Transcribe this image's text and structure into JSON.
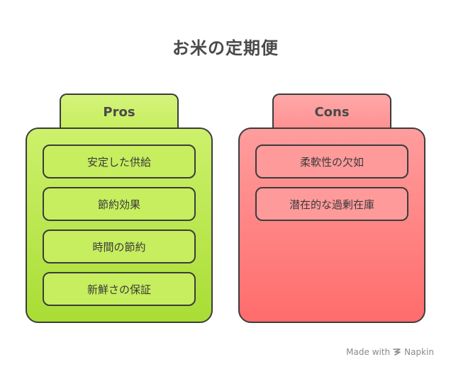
{
  "title": "お米の定期便",
  "pros": {
    "label": "Pros",
    "items": [
      "安定した供給",
      "節約効果",
      "時間の節約",
      "新鮮さの保証"
    ]
  },
  "cons": {
    "label": "Cons",
    "items": [
      "柔軟性の欠如",
      "潜在的な過剰在庫"
    ]
  },
  "footer": {
    "made_with": "Made with",
    "brand": "Napkin"
  },
  "colors": {
    "pros": "#c6ee5f",
    "cons": "#ff9a9a",
    "border": "#3c3c3c"
  }
}
